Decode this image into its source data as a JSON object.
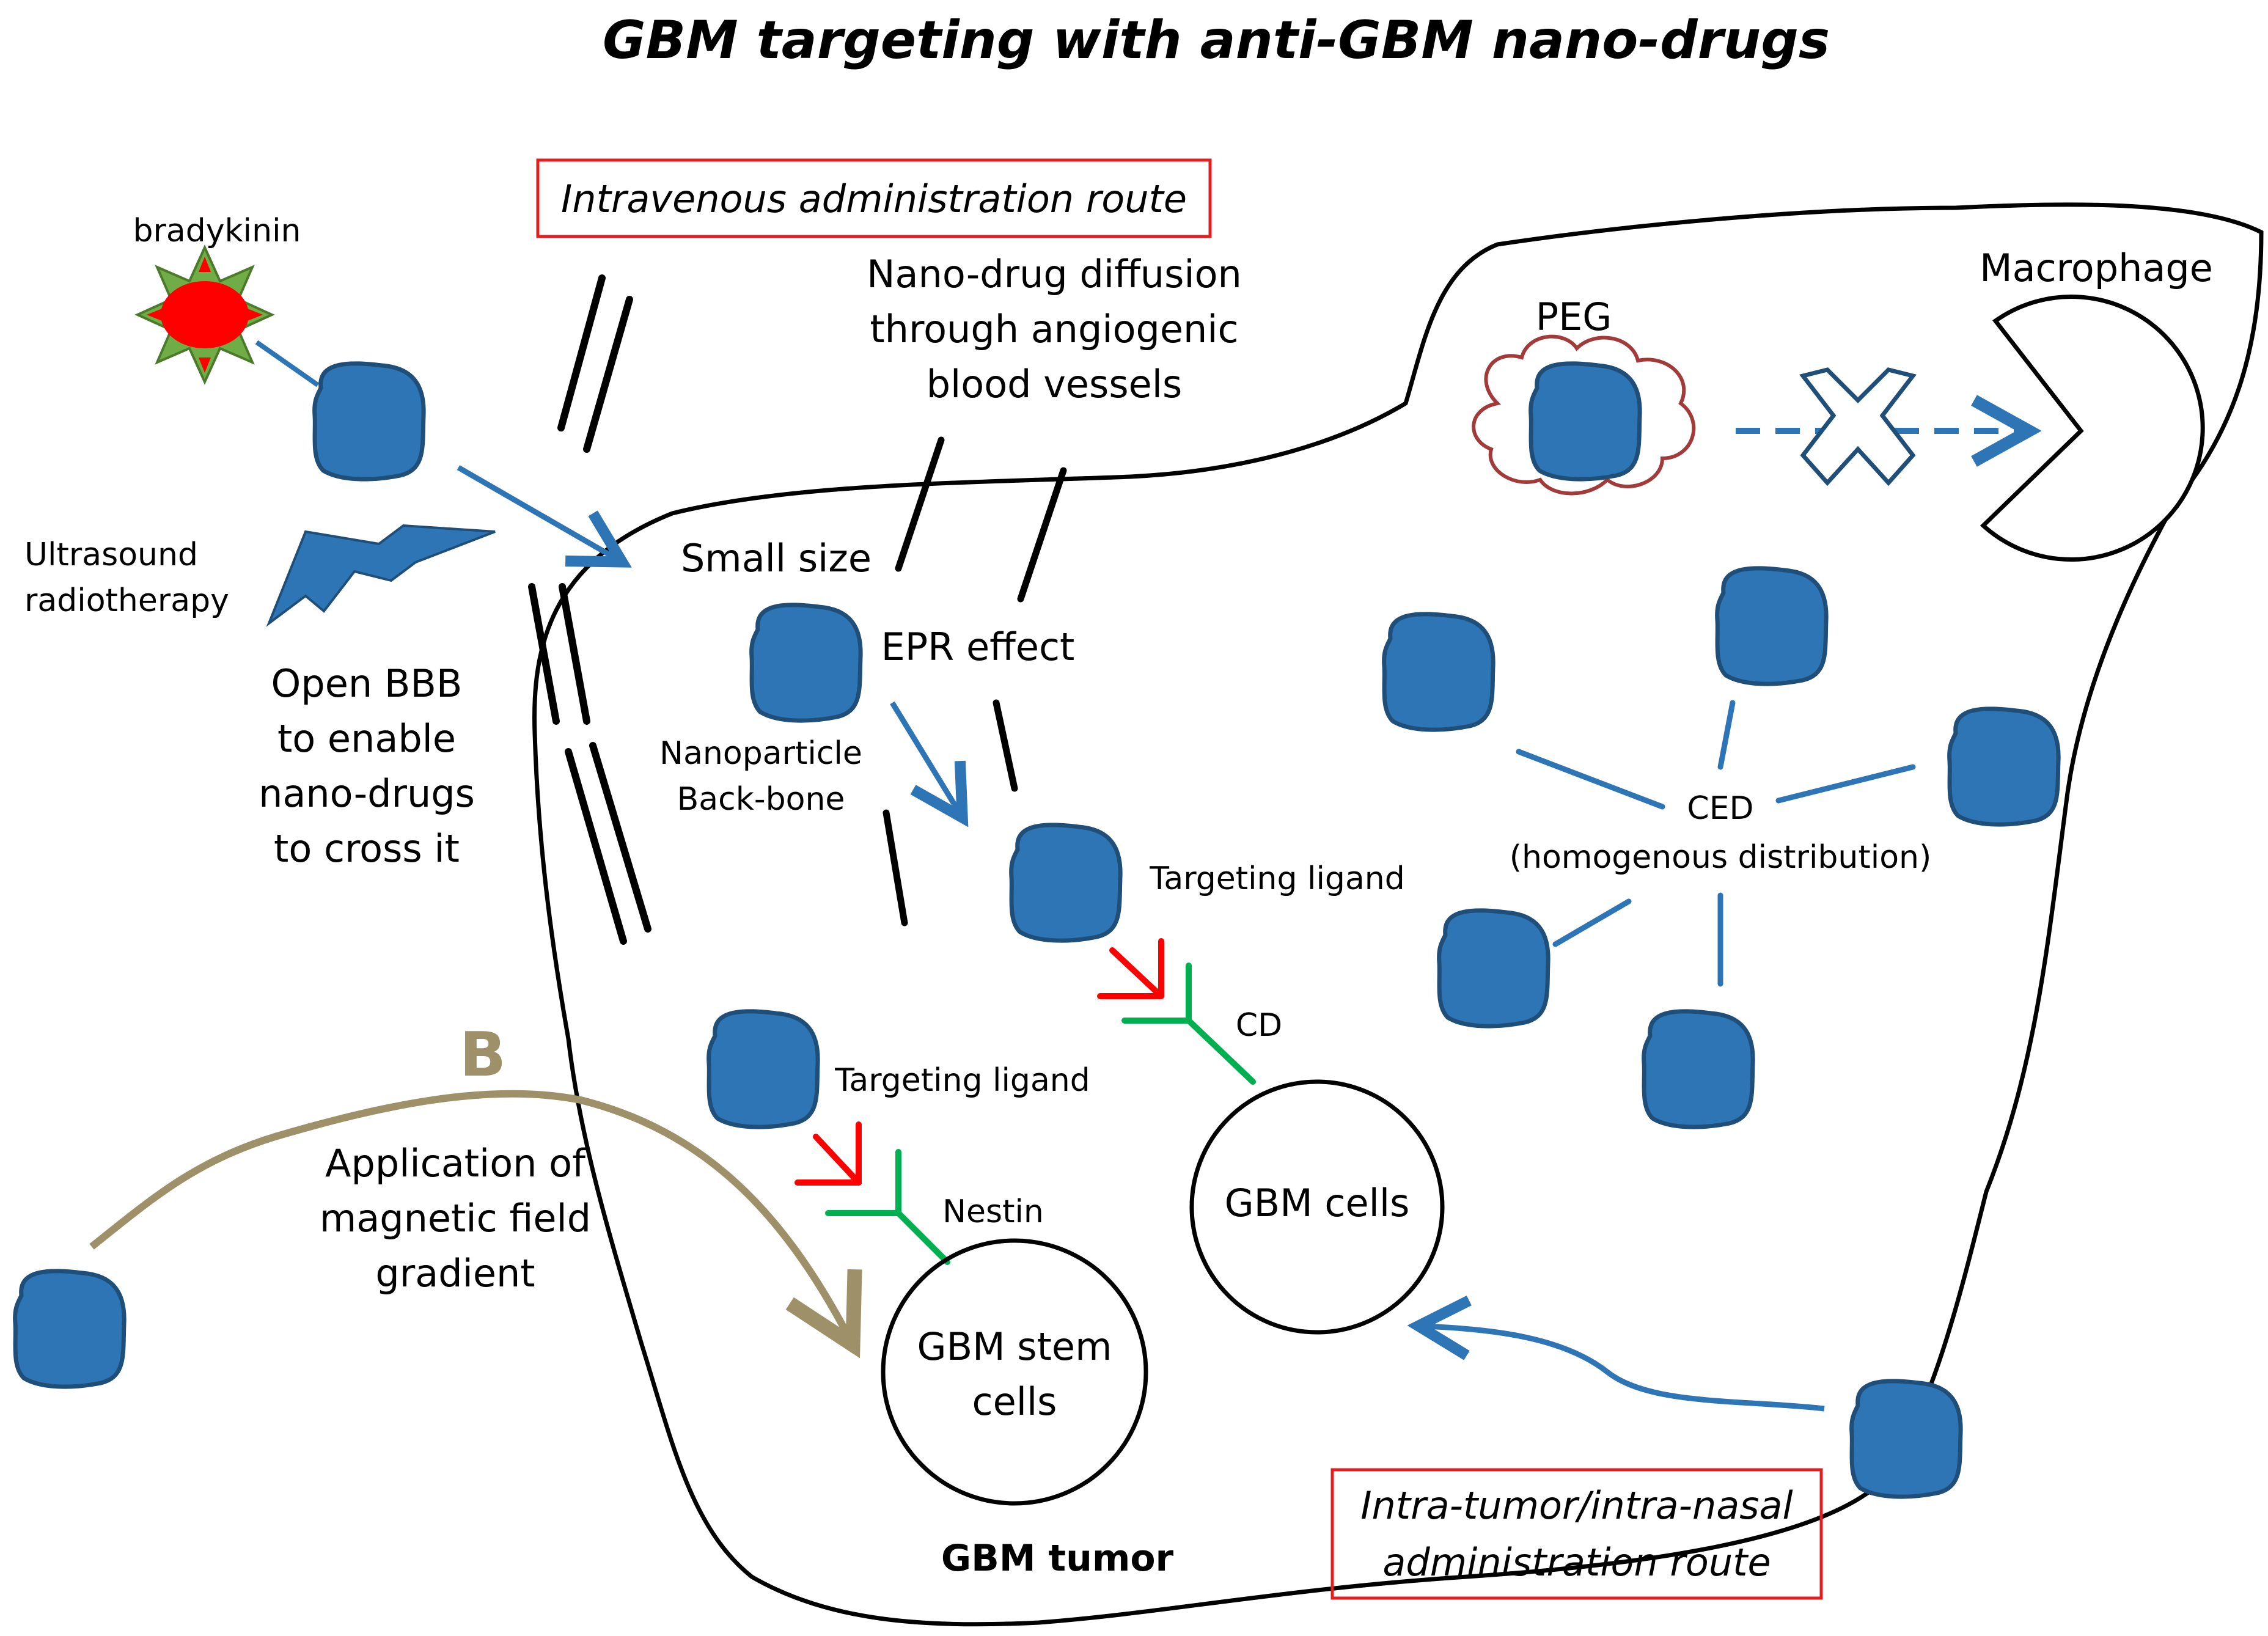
{
  "title": "GBM targeting with anti-GBM nano-drugs",
  "routes": {
    "intravenous": "Intravenous administration route",
    "intratumor_line1": "Intra-tumor/intra-nasal",
    "intratumor_line2": "administration route"
  },
  "labels": {
    "bradykinin": "bradykinin",
    "ultrasound_line1": "Ultrasound",
    "ultrasound_line2": "radiotherapy",
    "open_bbb": [
      "Open BBB",
      "to enable",
      "nano-drugs",
      "to cross it"
    ],
    "diffusion": [
      "Nano-drug diffusion",
      "through angiogenic",
      "blood vessels"
    ],
    "small_size": "Small size",
    "epr": "EPR effect",
    "nanoparticle_line1": "Nanoparticle",
    "nanoparticle_line2": "Back-bone",
    "targeting_ligand_1": "Targeting ligand",
    "targeting_ligand_2": "Targeting ligand",
    "cd": "CD",
    "nestin": "Nestin",
    "gbm_cells": "GBM cells",
    "gbm_stem_line1": "GBM stem",
    "gbm_stem_line2": "cells",
    "gbm_tumor": "GBM tumor",
    "peg": "PEG",
    "macrophage": "Macrophage",
    "ced_line1": "CED",
    "ced_line2": "(homogenous distribution)",
    "magnetic_letter": "B",
    "magnetic": [
      "Application of",
      "magnetic field",
      "gradient"
    ]
  },
  "colors": {
    "nanoparticle_fill": "#2e75b6",
    "nanoparticle_stroke": "#1f4e79",
    "arrow_blue": "#2e75b6",
    "route_box": "#e02020",
    "receptor_green": "#00b050",
    "ligand_red": "#ff0000",
    "magnet_curve": "#9e916a",
    "peg_cloud": "#a33a3a",
    "bradykinin_core": "#ff0000",
    "bradykinin_rays": "#70ad47"
  },
  "icons": [
    "nanoparticle-icon",
    "bradykinin-icon",
    "lightning-icon",
    "peg-cloud-icon",
    "cross-icon",
    "macrophage-icon",
    "receptor-icon"
  ]
}
